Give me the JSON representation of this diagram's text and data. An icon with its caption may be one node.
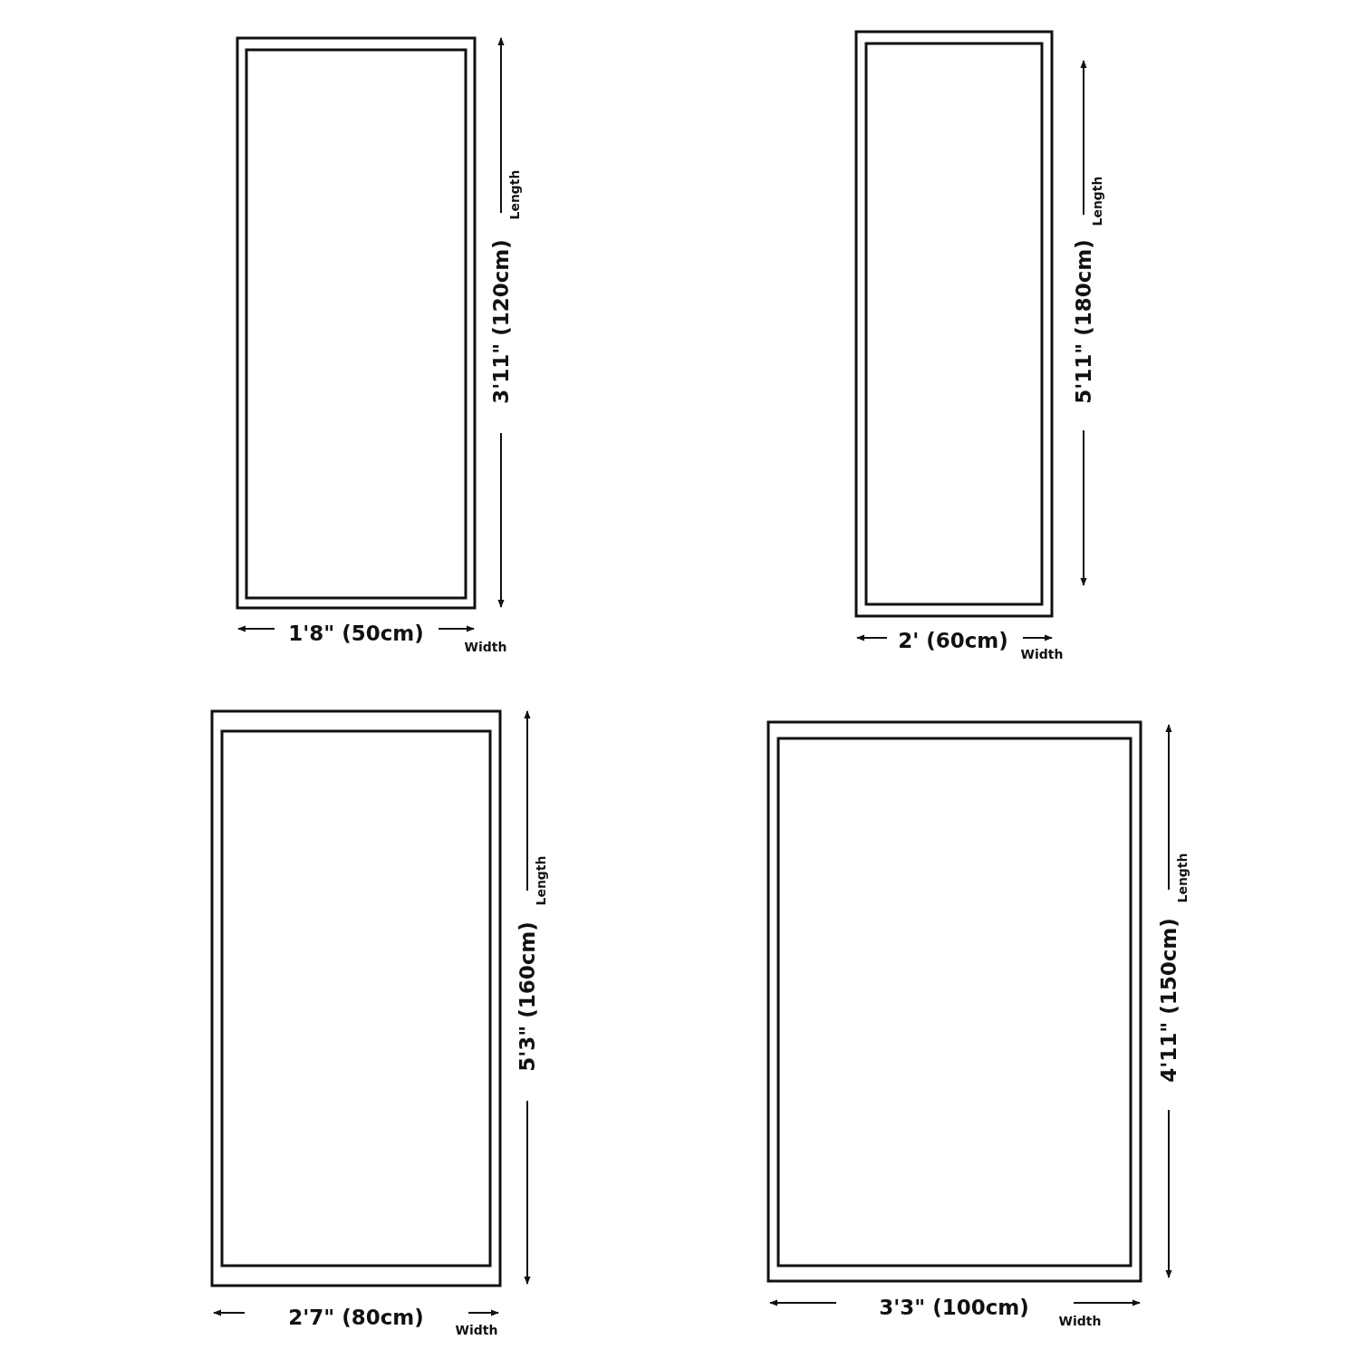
{
  "diagram": {
    "labels": [
      "Length",
      "3'11\" (120cm)",
      "1'8\" (50cm)",
      "Width",
      "Length",
      "5'11\" (180cm)",
      "2' (60cm)",
      "Width",
      "Length",
      "5'3\" (160cm)",
      "2'7\" (80cm)",
      "Width",
      "Length",
      "4'11\" (150cm)",
      "3'3\" (100cm)",
      "Width"
    ]
  }
}
